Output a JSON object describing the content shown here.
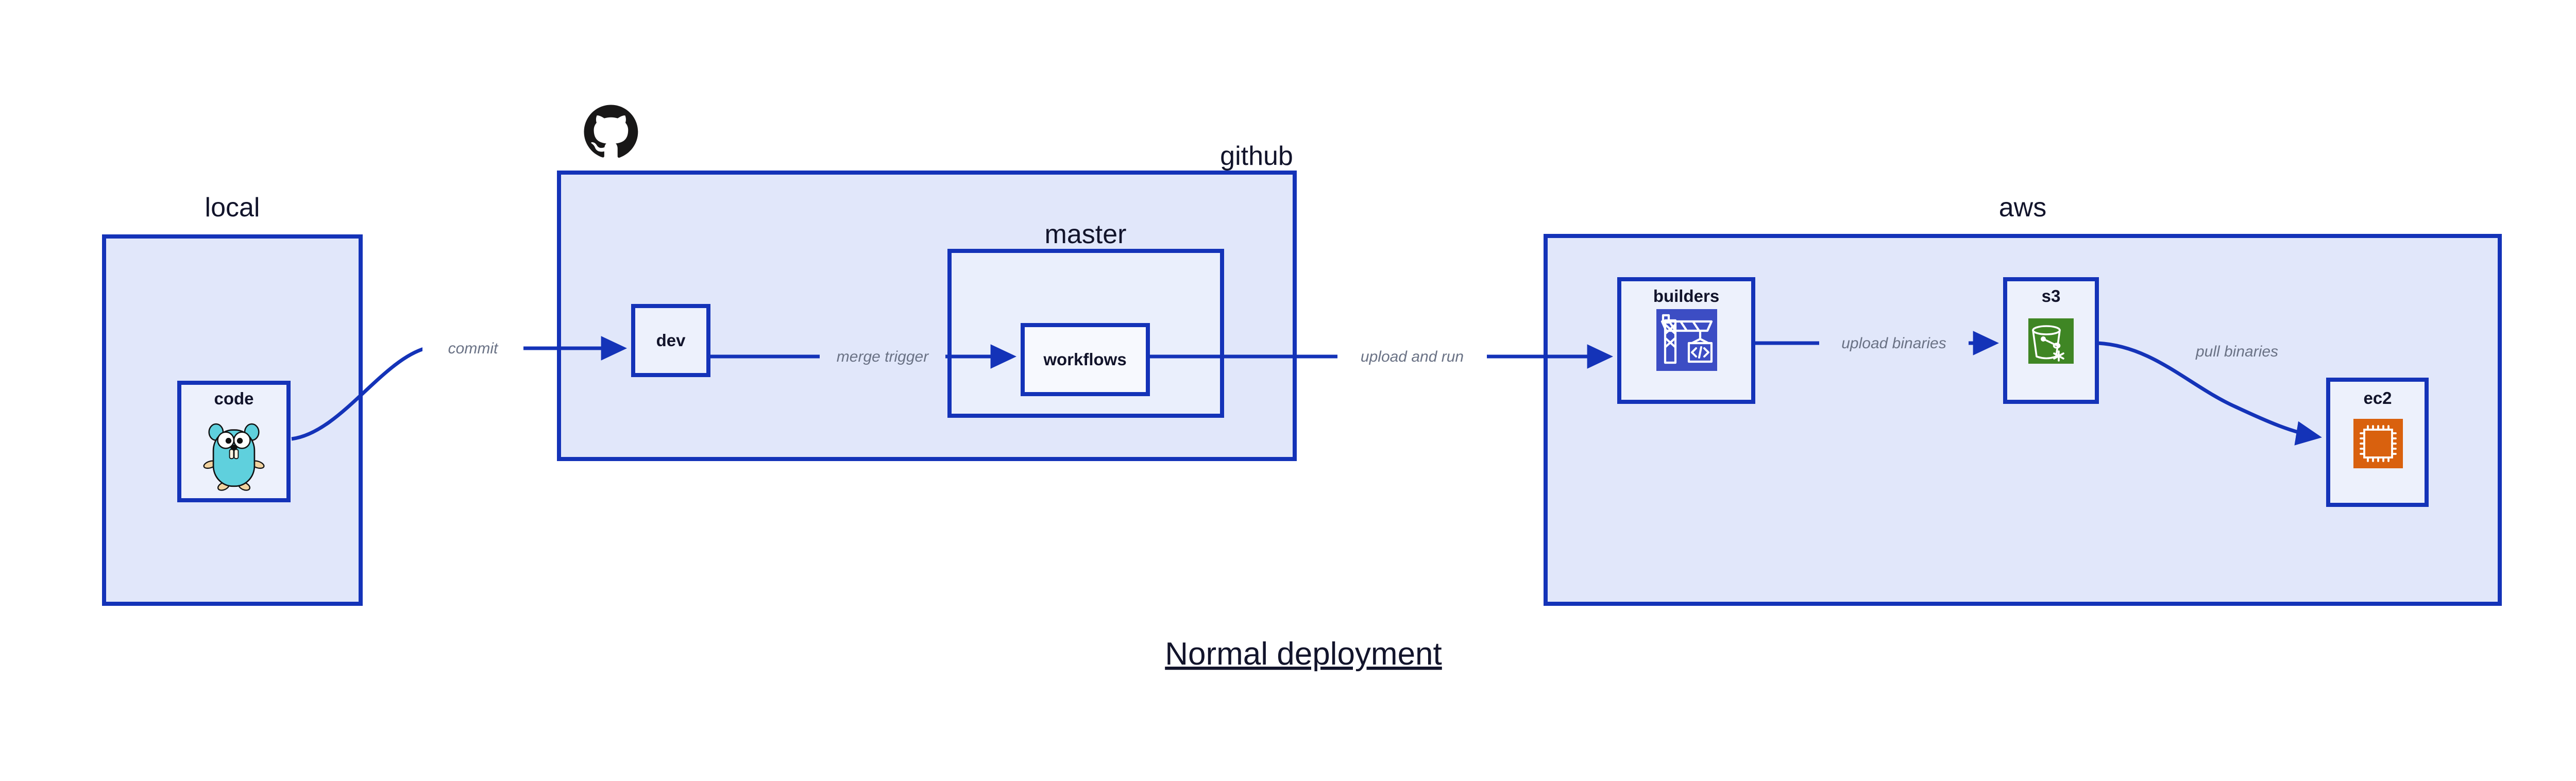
{
  "diagram": {
    "title": "Normal deployment",
    "colors": {
      "border": "#1433b8",
      "group_fill": "#e1e7fa",
      "subgroup_fill": "#eaeffc",
      "node_fill": "#edf1fc",
      "node_fill_light": "#f7f9fe",
      "edge": "#1433b8",
      "edge_label": "#6a7285",
      "text": "#12142b",
      "builders_icon": "#3c4dc4",
      "s3_icon": "#3f8624",
      "ec2_icon": "#d9610e",
      "gopher_body": "#5fd0dd",
      "github_logo": "#181717"
    },
    "groups": [
      {
        "id": "local",
        "label": "local"
      },
      {
        "id": "github",
        "label": "github"
      },
      {
        "id": "aws",
        "label": "aws"
      }
    ],
    "subgroups": [
      {
        "id": "master",
        "label": "master",
        "parent": "github"
      }
    ],
    "nodes": [
      {
        "id": "code",
        "label": "code",
        "group": "local",
        "icon": "go-gopher-icon"
      },
      {
        "id": "dev",
        "label": "dev",
        "group": "github",
        "icon": "none"
      },
      {
        "id": "workflows",
        "label": "workflows",
        "group": "master",
        "icon": "none"
      },
      {
        "id": "builders",
        "label": "builders",
        "group": "aws",
        "icon": "crane-code-icon"
      },
      {
        "id": "s3",
        "label": "s3",
        "group": "aws",
        "icon": "s3-bucket-icon"
      },
      {
        "id": "ec2",
        "label": "ec2",
        "group": "aws",
        "icon": "ec2-chip-icon"
      }
    ],
    "edges": [
      {
        "id": "commit",
        "from": "code",
        "to": "dev",
        "label": "commit"
      },
      {
        "id": "merge-trigger",
        "from": "dev",
        "to": "workflows",
        "label": "merge trigger"
      },
      {
        "id": "upload-and-run",
        "from": "workflows",
        "to": "builders",
        "label": "upload and run"
      },
      {
        "id": "upload-binaries",
        "from": "builders",
        "to": "s3",
        "label": "upload binaries"
      },
      {
        "id": "pull-binaries",
        "from": "s3",
        "to": "ec2",
        "label": "pull binaries"
      }
    ]
  }
}
